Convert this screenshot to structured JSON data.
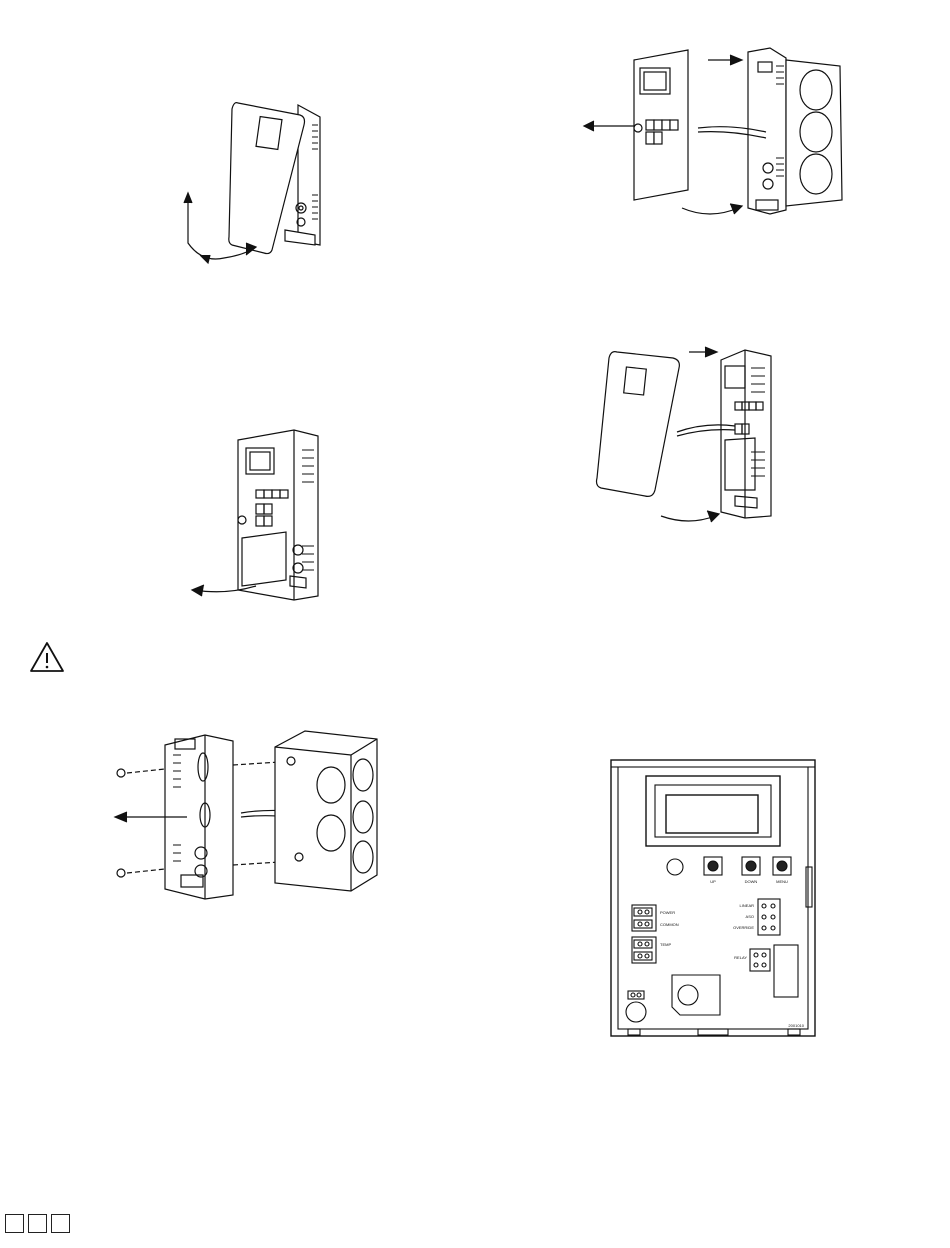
{
  "figures": {
    "cover_tilt": {},
    "cover_separate": {},
    "cover_reattach": {},
    "wiring_cover_open": {},
    "backplate_mount": {},
    "board_layout": {
      "buttons": [
        {
          "label": "UP"
        },
        {
          "label": "DOWN"
        },
        {
          "label": "MENU"
        }
      ],
      "left_terminals": {
        "power_label": "POWER",
        "common_label": "COMMON",
        "temp_label": "TEMP"
      },
      "right_terminals": {
        "linear_label": "LINEAR",
        "aso_label": "ASO",
        "override_label": "OVERRIDE",
        "relay_label": "RELAY"
      },
      "part_code": "2001010"
    }
  },
  "warning": {
    "icon": "warning-triangle-icon"
  },
  "page_boxes": {
    "count": 3
  }
}
